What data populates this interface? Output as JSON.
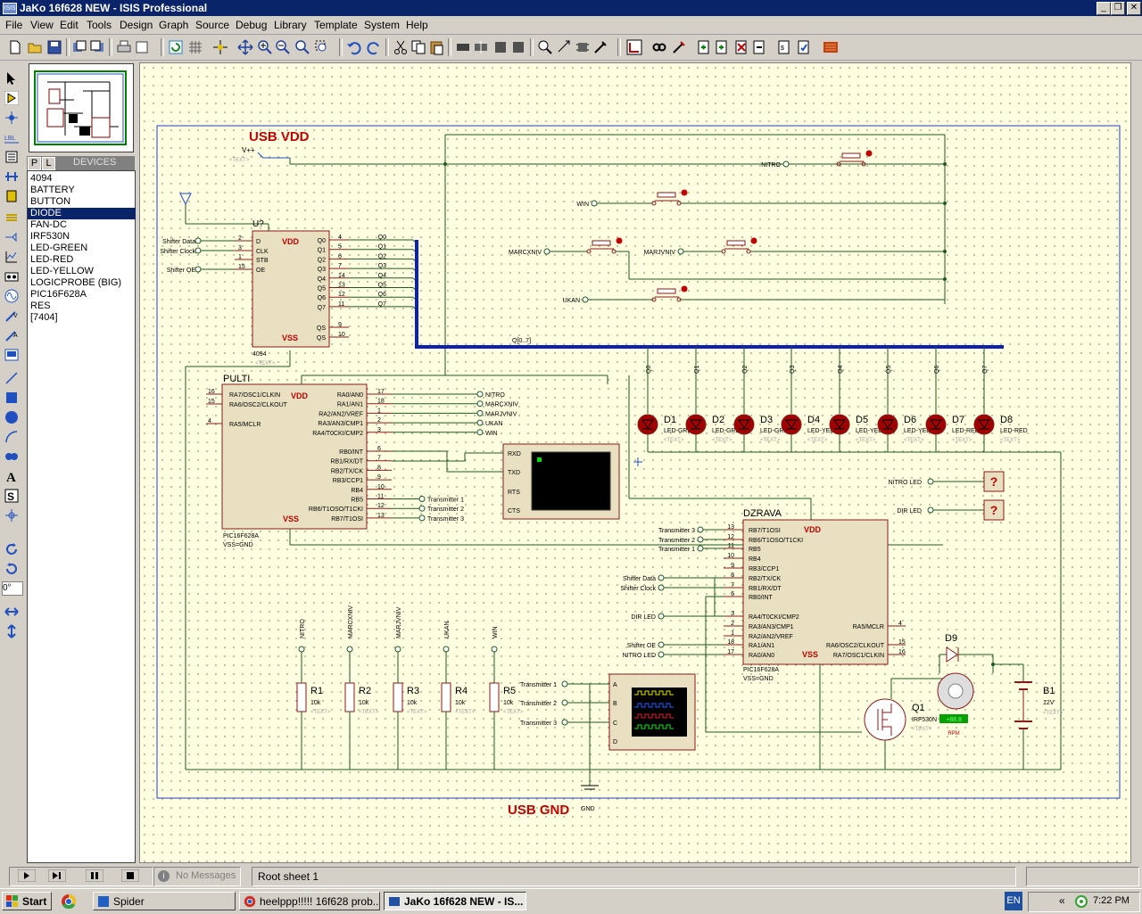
{
  "window": {
    "title": "JaKo 16f628 NEW - ISIS Professional",
    "app_icon_text": "ISIS"
  },
  "menu": [
    "File",
    "View",
    "Edit",
    "Tools",
    "Design",
    "Graph",
    "Source",
    "Debug",
    "Library",
    "Template",
    "System",
    "Help"
  ],
  "devices": {
    "tab_p": "P",
    "tab_l": "L",
    "header": "DEVICES",
    "items": [
      "4094",
      "BATTERY",
      "BUTTON",
      "DIODE",
      "FAN-DC",
      "IRF530N",
      "LED-GREEN",
      "LED-RED",
      "LED-YELLOW",
      "LOGICPROBE (BIG)",
      "PIC16F628A",
      "RES",
      "[7404]"
    ],
    "selected": "DIODE"
  },
  "rotation": "0°",
  "status": {
    "messages": "No Messages",
    "sheet": "Root sheet 1"
  },
  "taskbar": {
    "start": "Start",
    "tasks": [
      "Spider",
      "heelppp!!!!! 16f628 prob...",
      "JaKo 16f628 NEW - IS..."
    ],
    "lang": "EN",
    "clock": "7:22 PM"
  },
  "schematic": {
    "usb_vdd": "USB VDD",
    "usb_gnd": "USB GND",
    "gnd_label": "GND",
    "vcc_label": "V++",
    "text_placeholder": "<TEXT>",
    "u_ref": "U?",
    "u_part": "4094",
    "vdd": "VDD",
    "vss": "VSS",
    "u_left_pins": [
      {
        "num": "2",
        "name": "D",
        "net": "Shifter Data"
      },
      {
        "num": "3",
        "name": "CLK",
        "net": "Shifter Clock"
      },
      {
        "num": "1",
        "name": "STB",
        "net": ""
      },
      {
        "num": "15",
        "name": "OE",
        "net": "Shifter OE"
      }
    ],
    "u_right_pins": [
      {
        "num": "4",
        "name": "Q0",
        "net": "Q0"
      },
      {
        "num": "5",
        "name": "Q1",
        "net": "Q1"
      },
      {
        "num": "6",
        "name": "Q2",
        "net": "Q2"
      },
      {
        "num": "7",
        "name": "Q3",
        "net": "Q3"
      },
      {
        "num": "14",
        "name": "Q4",
        "net": "Q4"
      },
      {
        "num": "13",
        "name": "Q5",
        "net": "Q5"
      },
      {
        "num": "12",
        "name": "Q6",
        "net": "Q6"
      },
      {
        "num": "11",
        "name": "Q7",
        "net": "Q7"
      }
    ],
    "u_qs": [
      {
        "num": "9",
        "name": "QS"
      },
      {
        "num": "10",
        "name": "QS"
      }
    ],
    "bus_label": "Q[0..7]",
    "switches": [
      "NITRO",
      "WIN",
      "MARCXNIV",
      "MARJVNIV",
      "UKAN"
    ],
    "pulti": {
      "ref": "PULTI",
      "part": "PIC16F628A",
      "vss_note": "VSS=GND",
      "left_pins": [
        {
          "num": "16",
          "name": "RA7/OSC1/CLKIN"
        },
        {
          "num": "15",
          "name": "RA6/OSC2/CLKOUT"
        },
        {
          "num": "4",
          "name": "RA5/MCLR"
        }
      ],
      "right_pins": [
        {
          "num": "17",
          "name": "RA0/AN0",
          "net": "NITRO"
        },
        {
          "num": "18",
          "name": "RA1/AN1",
          "net": "MARCXNIV"
        },
        {
          "num": "1",
          "name": "RA2/AN2/VREF",
          "net": "MARJVNIV"
        },
        {
          "num": "2",
          "name": "RA3/AN3/CMP1",
          "net": "UKAN"
        },
        {
          "num": "3",
          "name": "RA4/T0CKI/CMP2",
          "net": "WIN"
        },
        {
          "num": "6",
          "name": "RB0/INT",
          "net": ""
        },
        {
          "num": "7",
          "name": "RB1/RX/DT",
          "net": ""
        },
        {
          "num": "8",
          "name": "RB2/TX/CK",
          "net": ""
        },
        {
          "num": "9",
          "name": "RB3/CCP1",
          "net": ""
        },
        {
          "num": "10",
          "name": "RB4",
          "net": ""
        },
        {
          "num": "11",
          "name": "RB5",
          "net": "Transmitter 1"
        },
        {
          "num": "12",
          "name": "RB6/T1OSO/T1CKI",
          "net": "Transmitter 2"
        },
        {
          "num": "13",
          "name": "RB7/T1OSI",
          "net": "Transmitter 3"
        }
      ]
    },
    "terminal": [
      "RXD",
      "TXD",
      "RTS",
      "CTS"
    ],
    "leds": [
      {
        "ref": "D1",
        "part": "LED-GREEN",
        "net": "Q0"
      },
      {
        "ref": "D2",
        "part": "LED-GREEN",
        "net": "Q1"
      },
      {
        "ref": "D3",
        "part": "LED-GREEN",
        "net": "Q2"
      },
      {
        "ref": "D4",
        "part": "LED-YELLOW",
        "net": "Q3"
      },
      {
        "ref": "D5",
        "part": "LED-YELLOW",
        "net": "Q4"
      },
      {
        "ref": "D6",
        "part": "LED-YELLOW",
        "net": "Q5"
      },
      {
        "ref": "D7",
        "part": "LED-RED",
        "net": "Q6"
      },
      {
        "ref": "D8",
        "part": "LED-RED",
        "net": "Q7"
      }
    ],
    "probes": [
      "NITRO LED",
      "DIR LED"
    ],
    "probe_mark": "?",
    "dzrava": {
      "ref": "DZRAVA",
      "part": "PIC16F628A",
      "vss_note": "VSS=GND",
      "left_pins": [
        {
          "num": "13",
          "name": "RB7/T1OSI",
          "net": "Transmitter 3"
        },
        {
          "num": "12",
          "name": "RB6/T1OSO/T1CKI",
          "net": "Transmitter 2"
        },
        {
          "num": "11",
          "name": "RB5",
          "net": "Transmitter 1"
        },
        {
          "num": "10",
          "name": "RB4",
          "net": ""
        },
        {
          "num": "9",
          "name": "RB3/CCP1",
          "net": ""
        },
        {
          "num": "8",
          "name": "RB2/TX/CK",
          "net": "Shifter Data"
        },
        {
          "num": "7",
          "name": "RB1/RX/DT",
          "net": "Shifter Clock"
        },
        {
          "num": "6",
          "name": "RB0/INT",
          "net": ""
        },
        {
          "num": "3",
          "name": "RA4/T0CKI/CMP2",
          "net": "DIR LED"
        },
        {
          "num": "2",
          "name": "RA3/AN3/CMP1",
          "net": ""
        },
        {
          "num": "1",
          "name": "RA2/AN2/VREF",
          "net": ""
        },
        {
          "num": "18",
          "name": "RA1/AN1",
          "net": "Shifter OE"
        },
        {
          "num": "17",
          "name": "RA0/AN0",
          "net": "NITRO LED"
        }
      ],
      "right_pins": [
        {
          "num": "4",
          "name": "RA5/MCLR"
        },
        {
          "num": "15",
          "name": "RA6/OSC2/CLKOUT"
        },
        {
          "num": "16",
          "name": "RA7/OSC1/CLKIN"
        }
      ]
    },
    "resistors": [
      {
        "ref": "R1",
        "value": "10k",
        "net": "NITRO"
      },
      {
        "ref": "R2",
        "value": "10k",
        "net": "MARCXNIV"
      },
      {
        "ref": "R3",
        "value": "10k",
        "net": "MARJVNIV"
      },
      {
        "ref": "R4",
        "value": "10k",
        "net": "UKAN"
      },
      {
        "ref": "R5",
        "value": "10k",
        "net": "WIN"
      }
    ],
    "scope_inputs": [
      {
        "pin": "A",
        "net": "Transmitter 1"
      },
      {
        "pin": "B",
        "net": "Transmitter 2"
      },
      {
        "pin": "C",
        "net": "Transmitter 3"
      },
      {
        "pin": "D",
        "net": ""
      }
    ],
    "q1": {
      "ref": "Q1",
      "part": "IRF530N"
    },
    "d9": {
      "ref": "D9"
    },
    "b1": {
      "ref": "B1",
      "value": "12V"
    },
    "motor": {
      "readout": "+88.8",
      "unit": "RPM"
    }
  }
}
